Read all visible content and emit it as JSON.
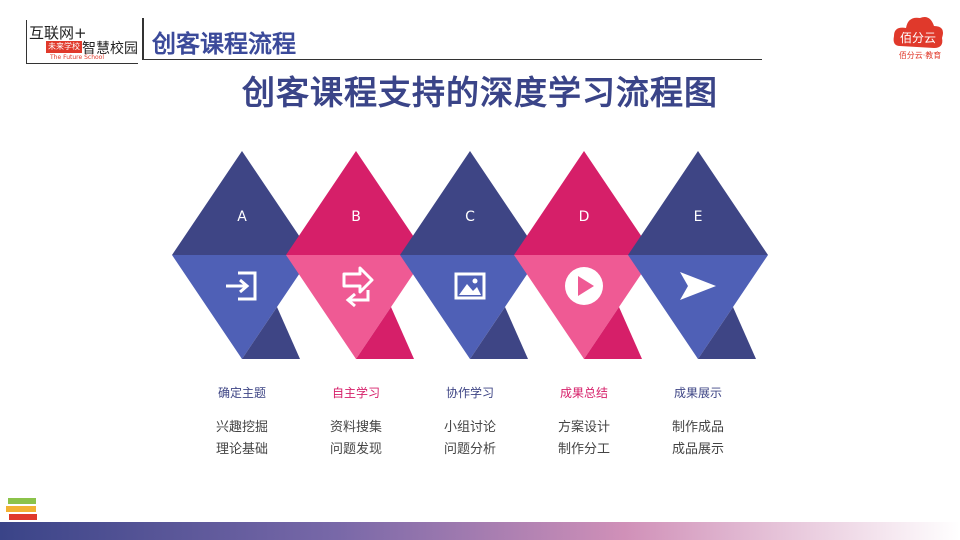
{
  "logo": {
    "line1": "互联网+",
    "tag": "未来学校",
    "line2": "智慧校园",
    "english": "The Future School"
  },
  "section_title": "创客课程流程",
  "main_title": "创客课程支持的深度学习流程图",
  "brand": {
    "name": "佰分云·教育"
  },
  "colors": {
    "navy": "#3e4585",
    "blue": "#4f60b6",
    "crimson": "#d61f69",
    "pink": "#ef5a94"
  },
  "stages": [
    {
      "letter": "A",
      "icon": "login-icon",
      "label": "确定主题",
      "lines": [
        "兴趣挖掘",
        "理论基础"
      ]
    },
    {
      "letter": "B",
      "icon": "exchange-icon",
      "label": "自主学习",
      "lines": [
        "资料搜集",
        "问题发现"
      ]
    },
    {
      "letter": "C",
      "icon": "image-icon",
      "label": "协作学习",
      "lines": [
        "小组讨论",
        "问题分析"
      ]
    },
    {
      "letter": "D",
      "icon": "play-icon",
      "label": "成果总结",
      "lines": [
        "方案设计",
        "制作分工"
      ]
    },
    {
      "letter": "E",
      "icon": "send-icon",
      "label": "成果展示",
      "lines": [
        "制作成品",
        "成品展示"
      ]
    }
  ]
}
